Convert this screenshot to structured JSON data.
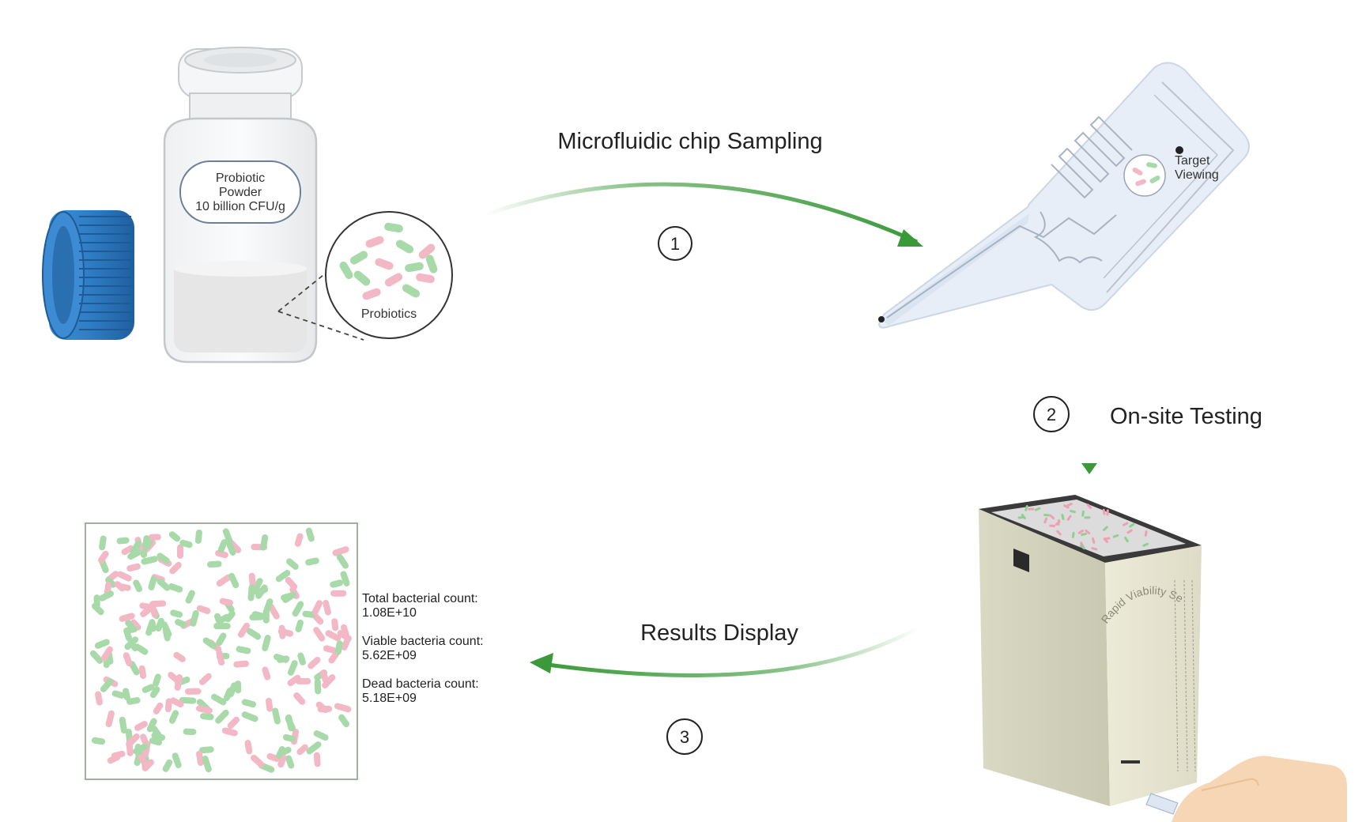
{
  "vial": {
    "label_line1": "Probiotic",
    "label_line2": "Powder",
    "label_line3": "10 billion CFU/g",
    "zoom_label": "Probiotics"
  },
  "chip": {
    "target_line1": "Target",
    "target_line2": "Viewing"
  },
  "device": {
    "brand_text": "Rapid Viability Sense"
  },
  "steps": [
    {
      "number": "1",
      "label": "Microfluidic chip Sampling"
    },
    {
      "number": "2",
      "label": "On-site Testing"
    },
    {
      "number": "3",
      "label": "Results Display"
    }
  ],
  "results": {
    "total_label": "Total bacterial count:",
    "total_value": "1.08E+10",
    "viable_label": "Viable bacteria count:",
    "viable_value": "5.62E+09",
    "dead_label": "Dead bacteria count:",
    "dead_value": "5.18E+09"
  },
  "colors": {
    "arrow_green": "#3a9a3a",
    "bacteria_green": "#a7d9a9",
    "bacteria_pink": "#f2b8c6",
    "cap_blue": "#2e7cc4",
    "device_body": "#e4e4d0"
  }
}
